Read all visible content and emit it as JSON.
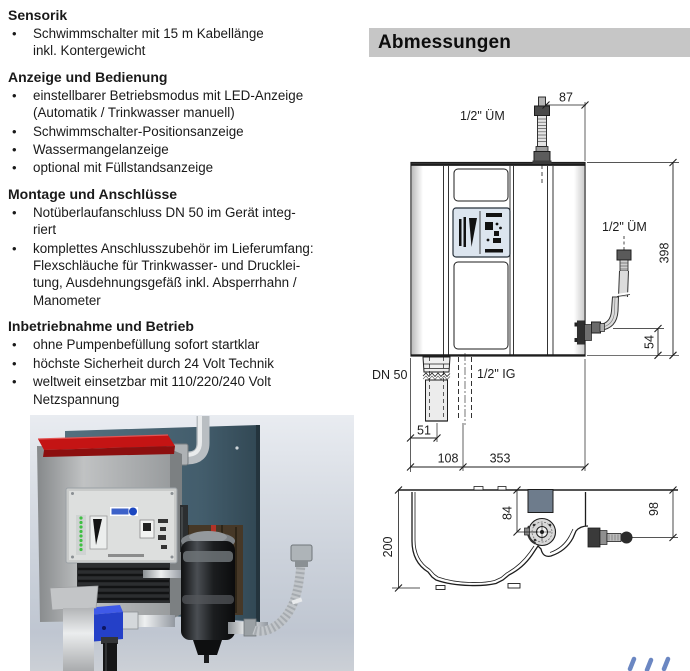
{
  "features": {
    "bullet_glyph": "•",
    "sections": [
      {
        "title": "Sensorik",
        "bullets": [
          [
            "Schwimmschalter mit 15 m Kabellänge",
            "inkl. Kontergewicht"
          ]
        ]
      },
      {
        "title": "Anzeige und Bedienung",
        "bullets": [
          [
            "einstellbarer Betriebsmodus mit LED-Anzeige",
            "(Automatik / Trinkwasser manuell)"
          ],
          [
            "Schwimmschalter-Positionsanzeige"
          ],
          [
            "Wassermangelanzeige"
          ],
          [
            "optional mit Füllstandsanzeige"
          ]
        ]
      },
      {
        "title": "Montage und Anschlüsse",
        "bullets": [
          [
            "Notüberlaufanschluss DN 50 im Gerät integ-",
            "riert"
          ],
          [
            "komplettes Anschlusszubehör im Lieferumfang:",
            "Flexschläuche für Trinkwasser- und Drucklei-",
            "tung, Ausdehnungsgefäß inkl. Absperrhahn /",
            "Manometer"
          ]
        ]
      },
      {
        "title": "Inbetriebnahme und Betrieb",
        "bullets": [
          [
            "ohne Pumpenbefüllung sofort startklar"
          ],
          [
            "höchste Sicherheit durch 24 Volt Technik"
          ],
          [
            "weltweit einsetzbar mit 110/220/240 Volt",
            "Netzspannung"
          ]
        ]
      }
    ]
  },
  "dimensions": {
    "heading": "Abmessungen",
    "labels": {
      "top_fitting": "1/2\" ÜM",
      "side_fitting": "1/2\" ÜM",
      "overflow": "DN 50",
      "inner_port": "1/2\" IG"
    },
    "dims": {
      "d87": "87",
      "d398": "398",
      "d54": "54",
      "d51": "51",
      "d108": "108",
      "d353": "353",
      "d200": "200",
      "d84": "84",
      "d98": "98"
    }
  },
  "colors": {
    "header_bar": "#c6c6c6",
    "drawing_line": "#1d1d1d",
    "lid_red": "#bf1212",
    "mount_panel_blue": "#46606f",
    "valve_blue": "#2440c8",
    "led_green": "#3fc043",
    "pump_gray": "#6e7c8c",
    "logo_blue": "#3a5fae"
  }
}
